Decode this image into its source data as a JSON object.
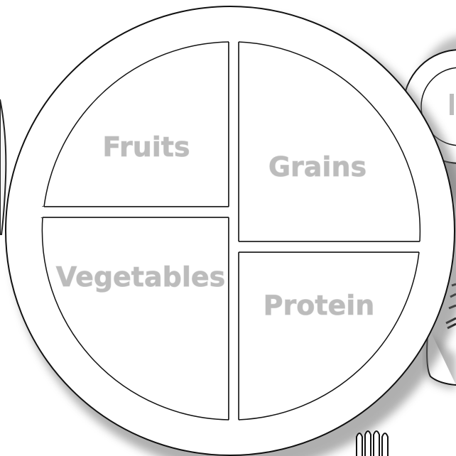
{
  "plate": {
    "sections": {
      "fruits": {
        "label": "Fruits"
      },
      "grains": {
        "label": "Grains"
      },
      "vegetables": {
        "label": "Vegetables"
      },
      "protein": {
        "label": "Protein"
      }
    }
  },
  "colors": {
    "label_gray": "#bcbcbc",
    "outline": "#1a1a1a",
    "shadow": "#6e6e6e",
    "background": "#ffffff"
  },
  "icons": [
    "dinner-plate-icon",
    "dairy-cup-icon",
    "fork-icon",
    "knife-icon",
    "napkin-icon"
  ]
}
